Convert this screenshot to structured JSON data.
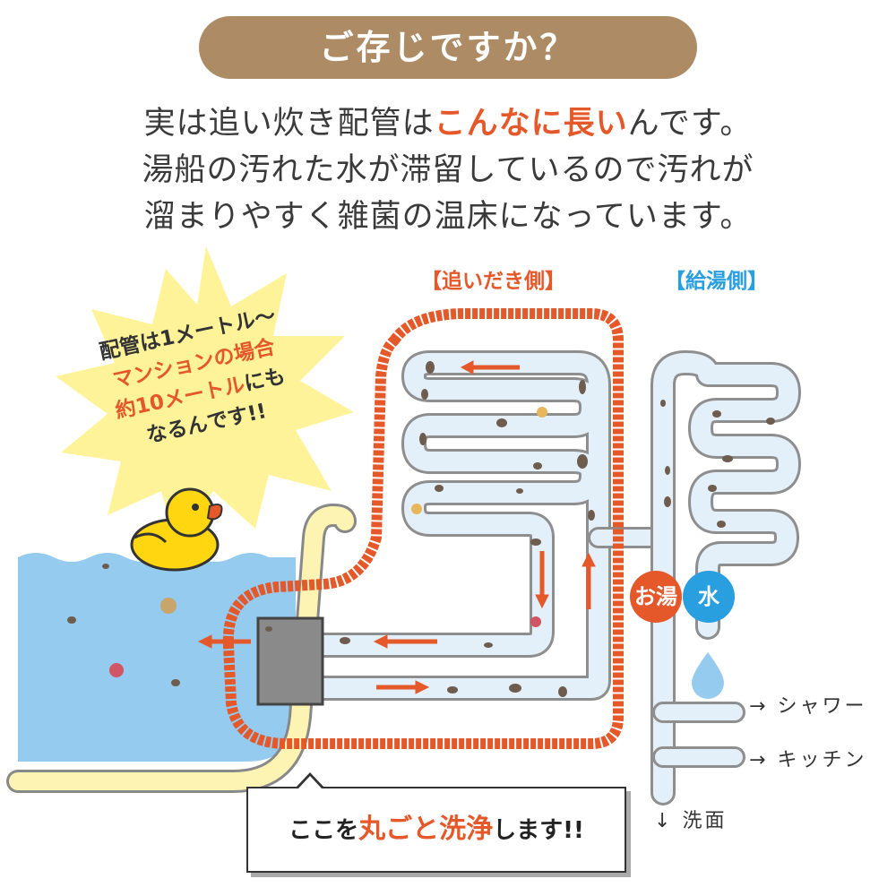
{
  "banner": {
    "text": "ご存じですか？"
  },
  "intro": {
    "line1_pre": "実は追い炊き配管は",
    "line1_hl": "こんなに長い",
    "line1_post": "んです。",
    "line2": "湯船の汚れた水が滞留しているので汚れが",
    "line3": "溜まりやすく雑菌の温床になっています。"
  },
  "labels": {
    "oidaki_side": "【追いだき側】",
    "kyuto_side": "【給湯側】"
  },
  "starburst": {
    "line1": "配管は1メートル〜",
    "line2": "マンションの場合",
    "line3_hl": "約10メートル",
    "line3_post": "にも",
    "line4": "なるんです!!"
  },
  "circles": {
    "hot": "お湯",
    "cold": "水"
  },
  "outlets": [
    {
      "arrow": "→",
      "label": "シャワー"
    },
    {
      "arrow": "→",
      "label": "キッチン"
    },
    {
      "arrow": "↓",
      "label": "洗面"
    }
  ],
  "callout": {
    "pre": "ここを",
    "hl": "丸ごと洗浄",
    "post": "します!!"
  },
  "colors": {
    "banner_bg": "#ad8b65",
    "accent_orange": "#e4582a",
    "accent_blue": "#2a9fe0",
    "water": "#94cbef",
    "pipe_fill": "#e3eff9",
    "pipe_edge": "#8e8e8e",
    "starburst": "#fff39a",
    "duck": "#ffd60f",
    "dirt": "#6e5c4e"
  },
  "icons": [
    "starburst-icon",
    "duck-icon",
    "water-drop-icon",
    "dirt-speck-icon"
  ]
}
